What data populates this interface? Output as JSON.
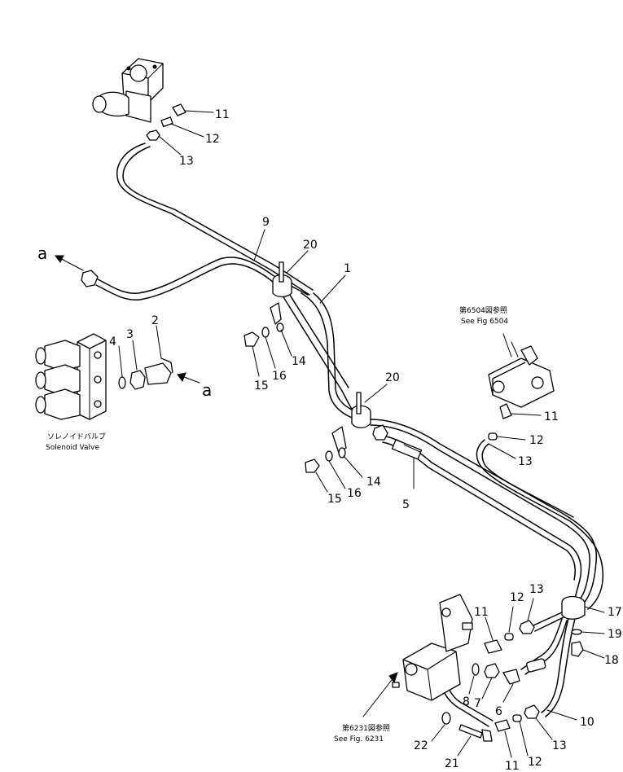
{
  "callouts": {
    "c11a": "11",
    "c12a": "12",
    "c13a": "13",
    "c9": "9",
    "c20a": "20",
    "c1": "1",
    "c3": "3",
    "c2": "2",
    "c4": "4",
    "c15a": "15",
    "c16a": "16",
    "c14a": "14",
    "c20b": "20",
    "c14b": "14",
    "c16b": "16",
    "c15b": "15",
    "c5": "5",
    "c11b": "11",
    "c12b": "12",
    "c13b": "13",
    "c12c": "12",
    "c13c": "13",
    "c11c": "11",
    "c17": "17",
    "c19": "19",
    "c18": "18",
    "c8": "8",
    "c7": "7",
    "c6": "6",
    "c10": "10",
    "c22": "22",
    "c21": "21",
    "c11d": "11",
    "c12d": "12",
    "c13d": "13"
  },
  "connection_marks": {
    "a_left": "a",
    "a_right": "a"
  },
  "references": {
    "fig6504_jp": "第6504図参照",
    "fig6504_en": "See Fig 6504",
    "solenoid_jp": "ソレノイドバルブ",
    "solenoid_en": "Solenoid Valve",
    "fig6231_jp": "第6231図参照",
    "fig6231_en": "See Fig. 6231"
  }
}
